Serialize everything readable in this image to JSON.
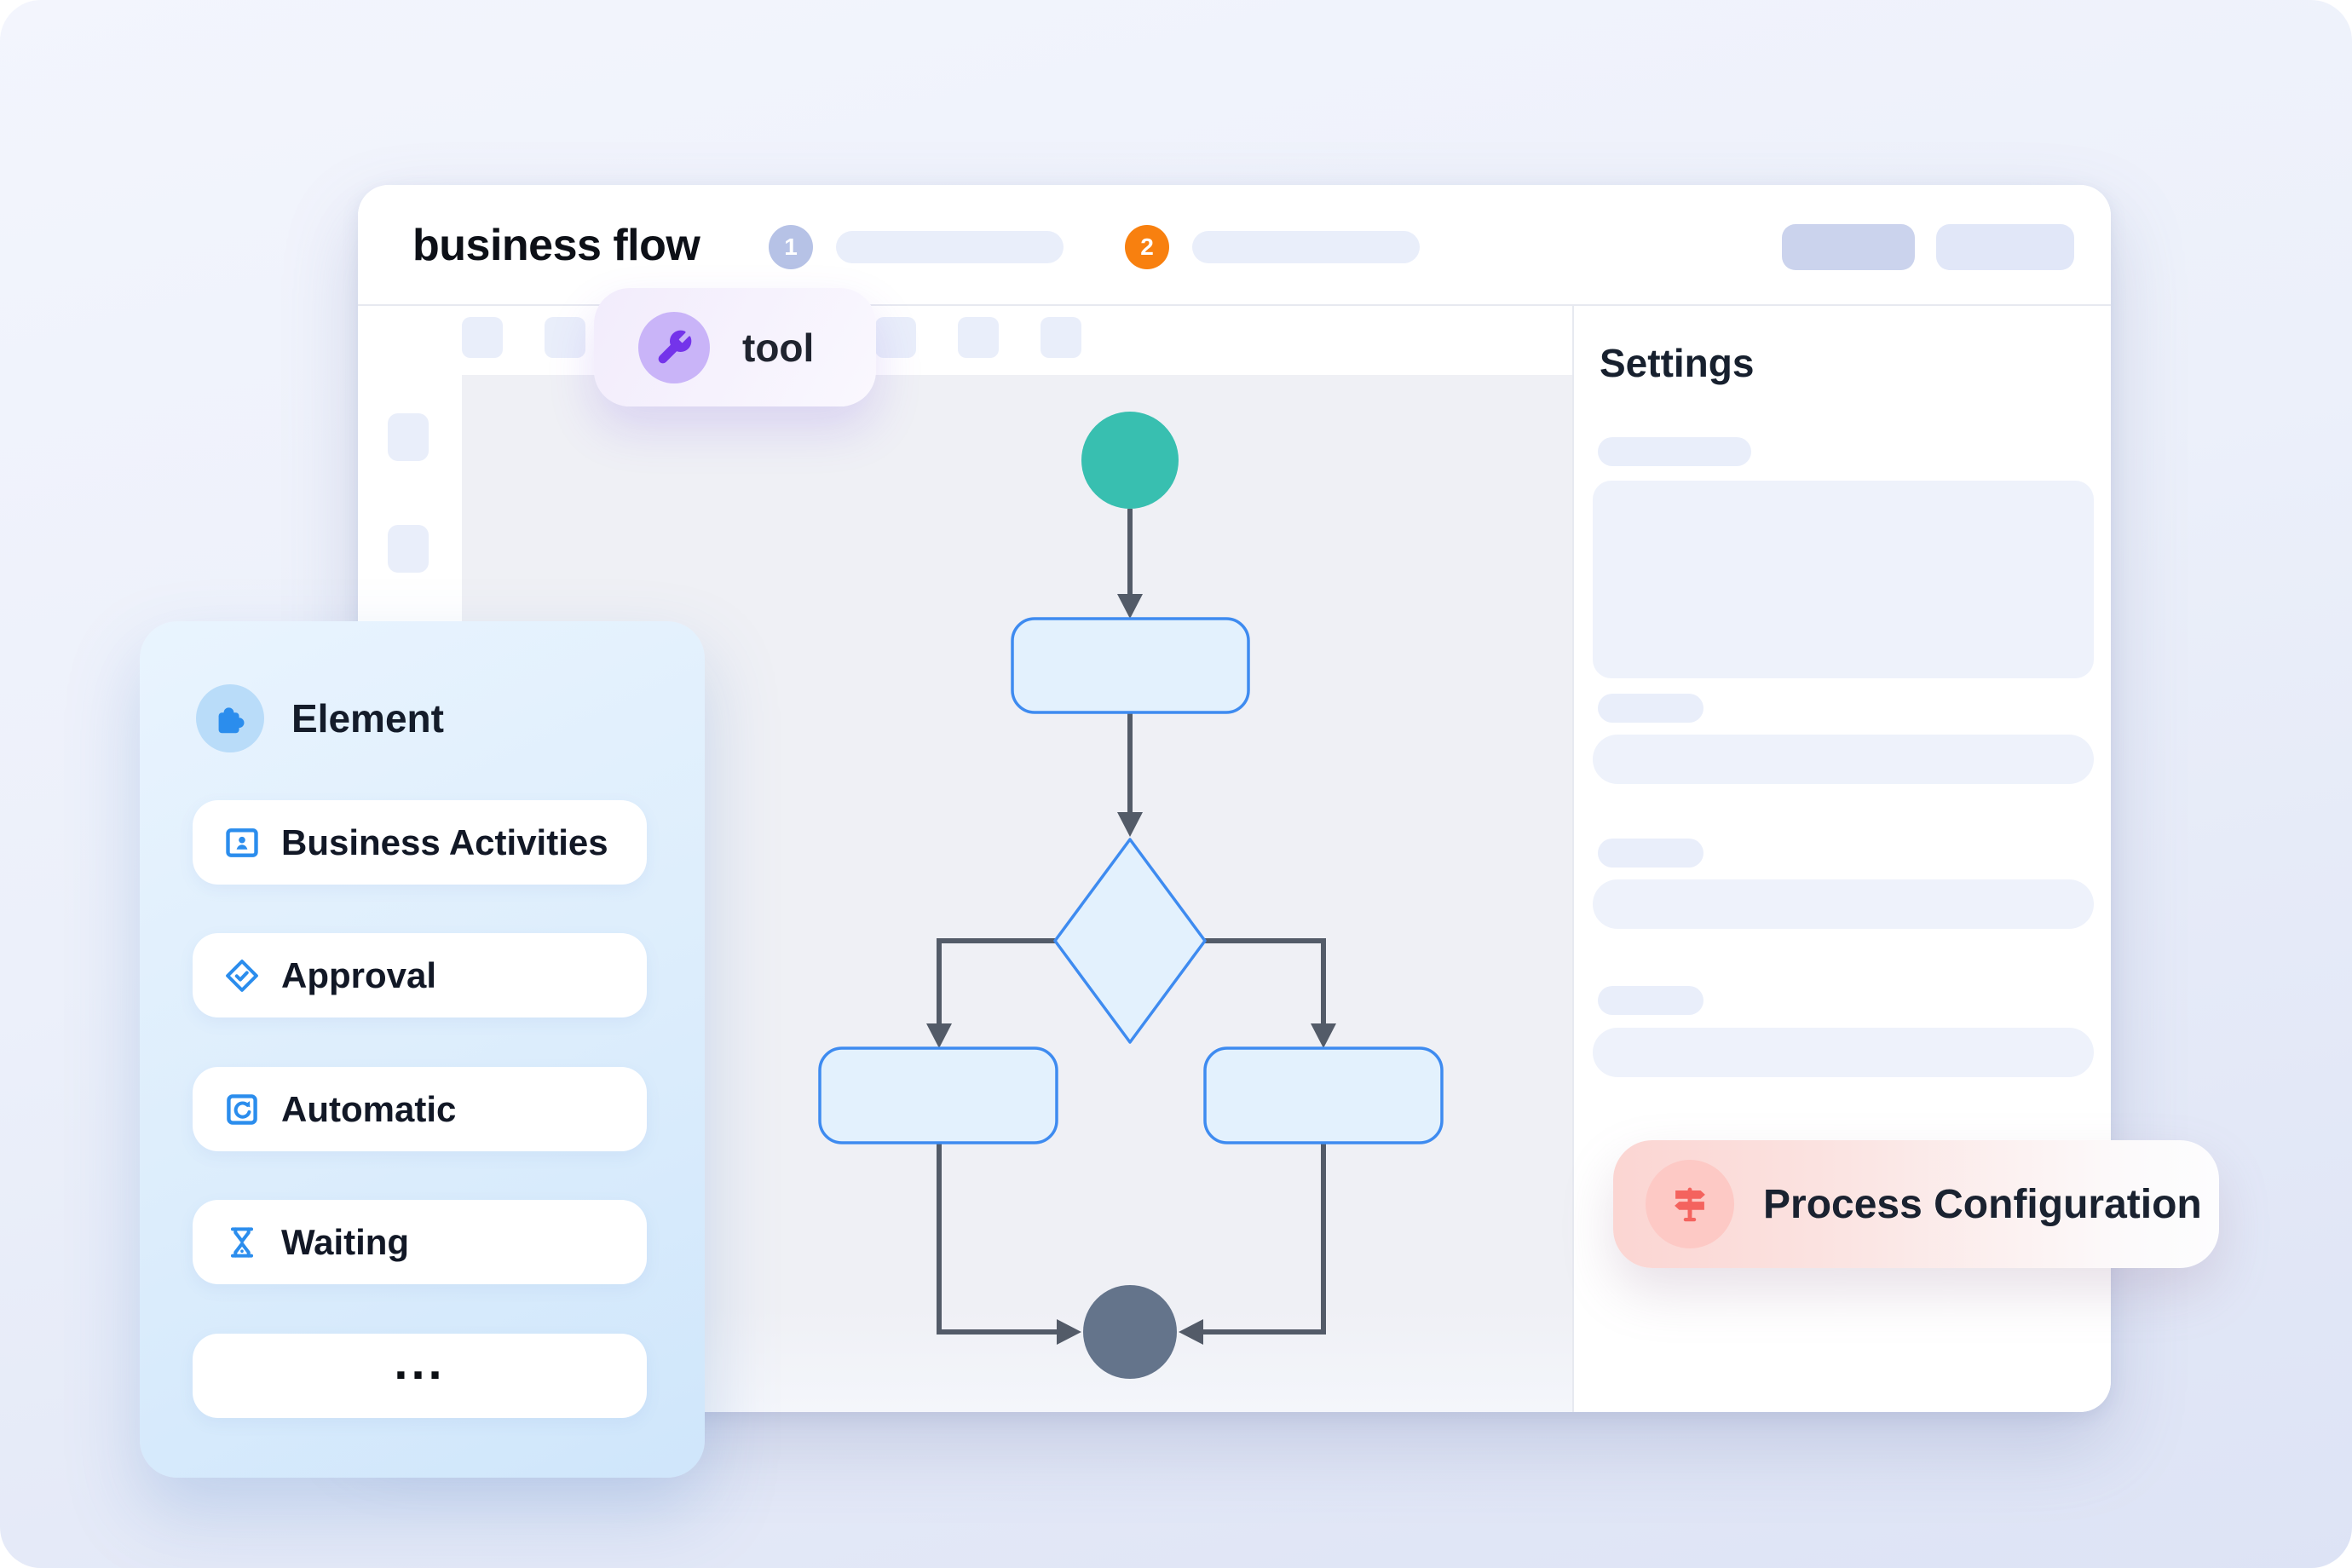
{
  "header": {
    "title": "business flow",
    "steps": [
      {
        "number": "1"
      },
      {
        "number": "2"
      }
    ]
  },
  "tool_pill": {
    "label": "tool"
  },
  "settings": {
    "title": "Settings"
  },
  "element_panel": {
    "title": "Element",
    "items": [
      {
        "label": "Business Activities",
        "icon": "id-badge-icon"
      },
      {
        "label": "Approval",
        "icon": "approval-check-icon"
      },
      {
        "label": "Automatic",
        "icon": "auto-loop-icon"
      },
      {
        "label": "Waiting",
        "icon": "hourglass-icon"
      },
      {
        "label": "...",
        "icon": ""
      }
    ]
  },
  "process_config": {
    "label": "Process Configuration"
  },
  "flowchart": {
    "description": "start node, task node, decision diamond branching to two task nodes, merging into end node",
    "colors": {
      "start_node": "#38bfb0",
      "end_node": "#64748b",
      "node_fill": "#e3f1fd",
      "node_stroke": "#3e8bf0",
      "connector": "#535b68"
    }
  },
  "colors": {
    "accent_orange": "#f8800f",
    "step_badge_inactive": "#b6c2e6",
    "accent_purple": "#7434ea",
    "accent_red": "#f4635e",
    "icon_blue": "#2b8ded",
    "placeholder": "#e9eefa"
  }
}
